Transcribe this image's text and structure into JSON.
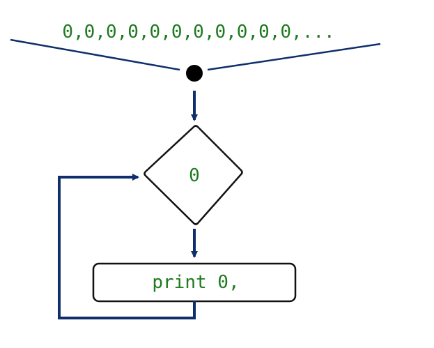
{
  "diagram": {
    "stream_text": "0,0,0,0,0,0,0,0,0,0,0,...",
    "decision_label": "0",
    "action_label": "print 0,"
  },
  "colors": {
    "flow_line": "#0f2e6b",
    "code_text": "#1f7a1f",
    "shape_border": "#111111",
    "junction_dot": "#000000",
    "background": "#ffffff"
  }
}
